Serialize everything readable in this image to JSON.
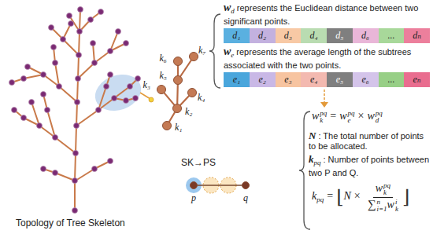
{
  "diagram": {
    "nodes": [
      {
        "text": [
          "k₁"
        ]
      },
      {
        "text": [
          "k₂"
        ]
      },
      {
        "text": [
          "k₃"
        ]
      },
      {
        "text": [
          "k₄"
        ]
      },
      {
        "text": [
          "k₅"
        ]
      },
      {
        "text": [
          "k₆"
        ]
      },
      {
        "text": [
          "k₇"
        ]
      },
      {
        "text": [
          "d₁"
        ]
      },
      {
        "text": [
          "d₂"
        ]
      },
      {
        "text": [
          "d₃"
        ]
      },
      {
        "text": [
          "d₄"
        ]
      },
      {
        "text": [
          "d₅"
        ]
      },
      {
        "text": [
          "d₆"
        ]
      },
      {
        "text": [
          "..."
        ]
      },
      {
        "text": [
          "dₙ"
        ]
      },
      {
        "text": [
          "e₁"
        ]
      },
      {
        "text": [
          "e₂"
        ]
      },
      {
        "text": [
          "e₃"
        ]
      },
      {
        "text": [
          "e₄"
        ]
      },
      {
        "text": [
          "e₅"
        ]
      },
      {
        "text": [
          "e₆"
        ]
      },
      {
        "text": [
          "..."
        ]
      },
      {
        "text": [
          "eₙ"
        ]
      },
      {
        "text": [
          "p"
        ]
      },
      {
        "text": [
          "q"
        ]
      }
    ],
    "edges": [
      {
        "from": 0,
        "to": 1,
        "arrow": "none"
      },
      {
        "from": 1,
        "to": 2,
        "arrow": "none"
      },
      {
        "from": 1,
        "to": 3,
        "arrow": "none"
      },
      {
        "from": 1,
        "to": 4,
        "arrow": "none"
      },
      {
        "from": 4,
        "to": 5,
        "arrow": "none"
      },
      {
        "from": 4,
        "to": 6,
        "arrow": "none"
      },
      {
        "from": 23,
        "to": 24,
        "arrow": "none"
      }
    ],
    "labels": [
      "Topology of Tree Skeleton",
      "w",
      "d",
      "represents the Euclidean distance between two significant points.",
      "w",
      "e",
      "represents the average length of the subtrees associated with the two points.",
      "w",
      "k",
      "pq",
      "=",
      "w",
      "e",
      "pq",
      "×",
      "w",
      "d",
      "pq",
      "N",
      ": The total number of points to be allocated.",
      "k",
      "pq",
      ": Number of points between two P and Q.",
      "k",
      "pq",
      "=",
      "⌊",
      "N",
      "×",
      "w",
      "k",
      "pq",
      "∑",
      "n",
      "i=1",
      "w",
      "k",
      "i",
      "⌋",
      "SK→PS"
    ]
  }
}
